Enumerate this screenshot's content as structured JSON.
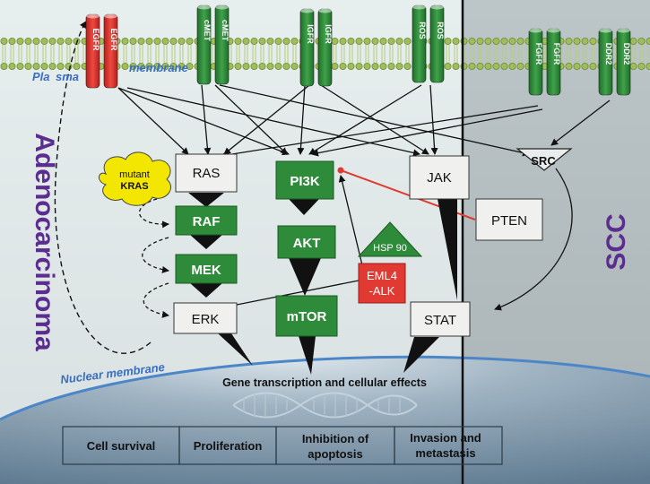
{
  "membrane": {
    "plasma_word1": "Pla",
    "plasma_word2": "sma",
    "plasma_word3": "membrane",
    "nuclear_label": "Nuclear membrane"
  },
  "receptors": {
    "egfr": "EGFR",
    "cmet": "cMET",
    "igfr": "IGFR",
    "ros": "ROS",
    "fgfr": "FGFR",
    "ddr2": "DDR2"
  },
  "nodes": {
    "ras": "RAS",
    "raf": "RAF",
    "mek": "MEK",
    "erk": "ERK",
    "pi3k": "PI3K",
    "akt": "AKT",
    "mtor": "mTOR",
    "jak": "JAK",
    "stat": "STAT",
    "pten": "PTEN",
    "src": "SRC",
    "hsp90": "HSP 90",
    "eml4_line1": "EML4",
    "eml4_line2": "-ALK",
    "mutant_kras_line1": "mutant",
    "mutant_kras_line2": "KRAS"
  },
  "side_labels": {
    "left": "Adenocarcinoma",
    "right": "SCC"
  },
  "nucleus": {
    "title": "Gene transcription and cellular effects",
    "effects": [
      {
        "line1": "Cell survival",
        "line2": ""
      },
      {
        "line1": "Proliferation",
        "line2": ""
      },
      {
        "line1": "Inhibition of",
        "line2": "apoptosis"
      },
      {
        "line1": "Invasion  and",
        "line2": "metastasis"
      }
    ]
  },
  "colors": {
    "green": "#2e8b3a",
    "red": "#e03a33",
    "label_blue": "#3a6fc0",
    "purple": "#5b2d8f",
    "kras_yellow": "#f3e600"
  }
}
